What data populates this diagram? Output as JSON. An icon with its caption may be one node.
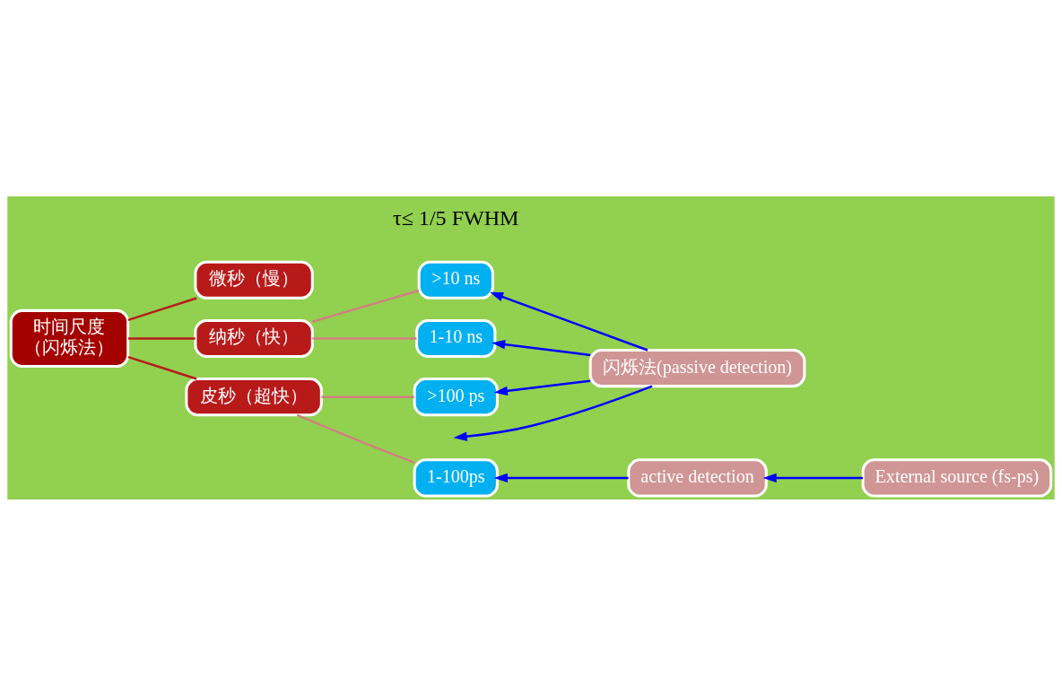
{
  "diagram": {
    "nodes": [
      {
        "text": [
          "时间尺度",
          "（闪烁法）"
        ]
      },
      {
        "text": [
          "微秒（慢）"
        ]
      },
      {
        "text": [
          "纳秒（快）"
        ]
      },
      {
        "text": [
          "皮秒（超快）"
        ]
      },
      {
        "text": [
          ">10 ns"
        ]
      },
      {
        "text": [
          "1-10 ns"
        ]
      },
      {
        "text": [
          ">100 ps"
        ]
      },
      {
        "text": [
          "1-100ps"
        ]
      },
      {
        "text": [
          "闪烁法(passive detection)"
        ]
      },
      {
        "text": [
          "active detection"
        ]
      },
      {
        "text": [
          "External source (fs-ps)"
        ]
      }
    ],
    "edges": [
      {
        "from": 0,
        "to": 1,
        "arrow": "none",
        "color": "#b81c1c"
      },
      {
        "from": 0,
        "to": 2,
        "arrow": "none",
        "color": "#b81c1c"
      },
      {
        "from": 0,
        "to": 3,
        "arrow": "none",
        "color": "#b81c1c"
      },
      {
        "from": 2,
        "to": 4,
        "arrow": "none",
        "color": "#d08080"
      },
      {
        "from": 2,
        "to": 5,
        "arrow": "none",
        "color": "#d08080"
      },
      {
        "from": 3,
        "to": 6,
        "arrow": "none",
        "color": "#d08080"
      },
      {
        "from": 3,
        "to": 7,
        "arrow": "none",
        "color": "#d08080"
      },
      {
        "from": 8,
        "to": null,
        "arrow": "to"
      },
      {
        "from": 8,
        "to": 4,
        "arrow": "to"
      },
      {
        "from": 8,
        "to": 5,
        "arrow": "to"
      },
      {
        "from": 8,
        "to": 6,
        "arrow": "to"
      },
      {
        "from": 9,
        "to": 7,
        "arrow": "to"
      },
      {
        "from": 10,
        "to": 9,
        "arrow": "to"
      }
    ],
    "labels": [
      "τ≤ 1/5 FWHM"
    ]
  }
}
